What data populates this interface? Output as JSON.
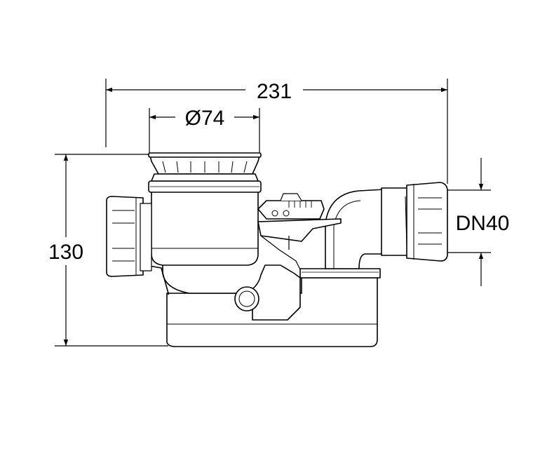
{
  "dimensions": {
    "overall_width": "231",
    "outlet_diameter": "Ø74",
    "overall_height": "130",
    "connection_size": "DN40"
  },
  "colors": {
    "line": "#000000",
    "body_fill": "#ffffff",
    "background": "#ffffff"
  }
}
